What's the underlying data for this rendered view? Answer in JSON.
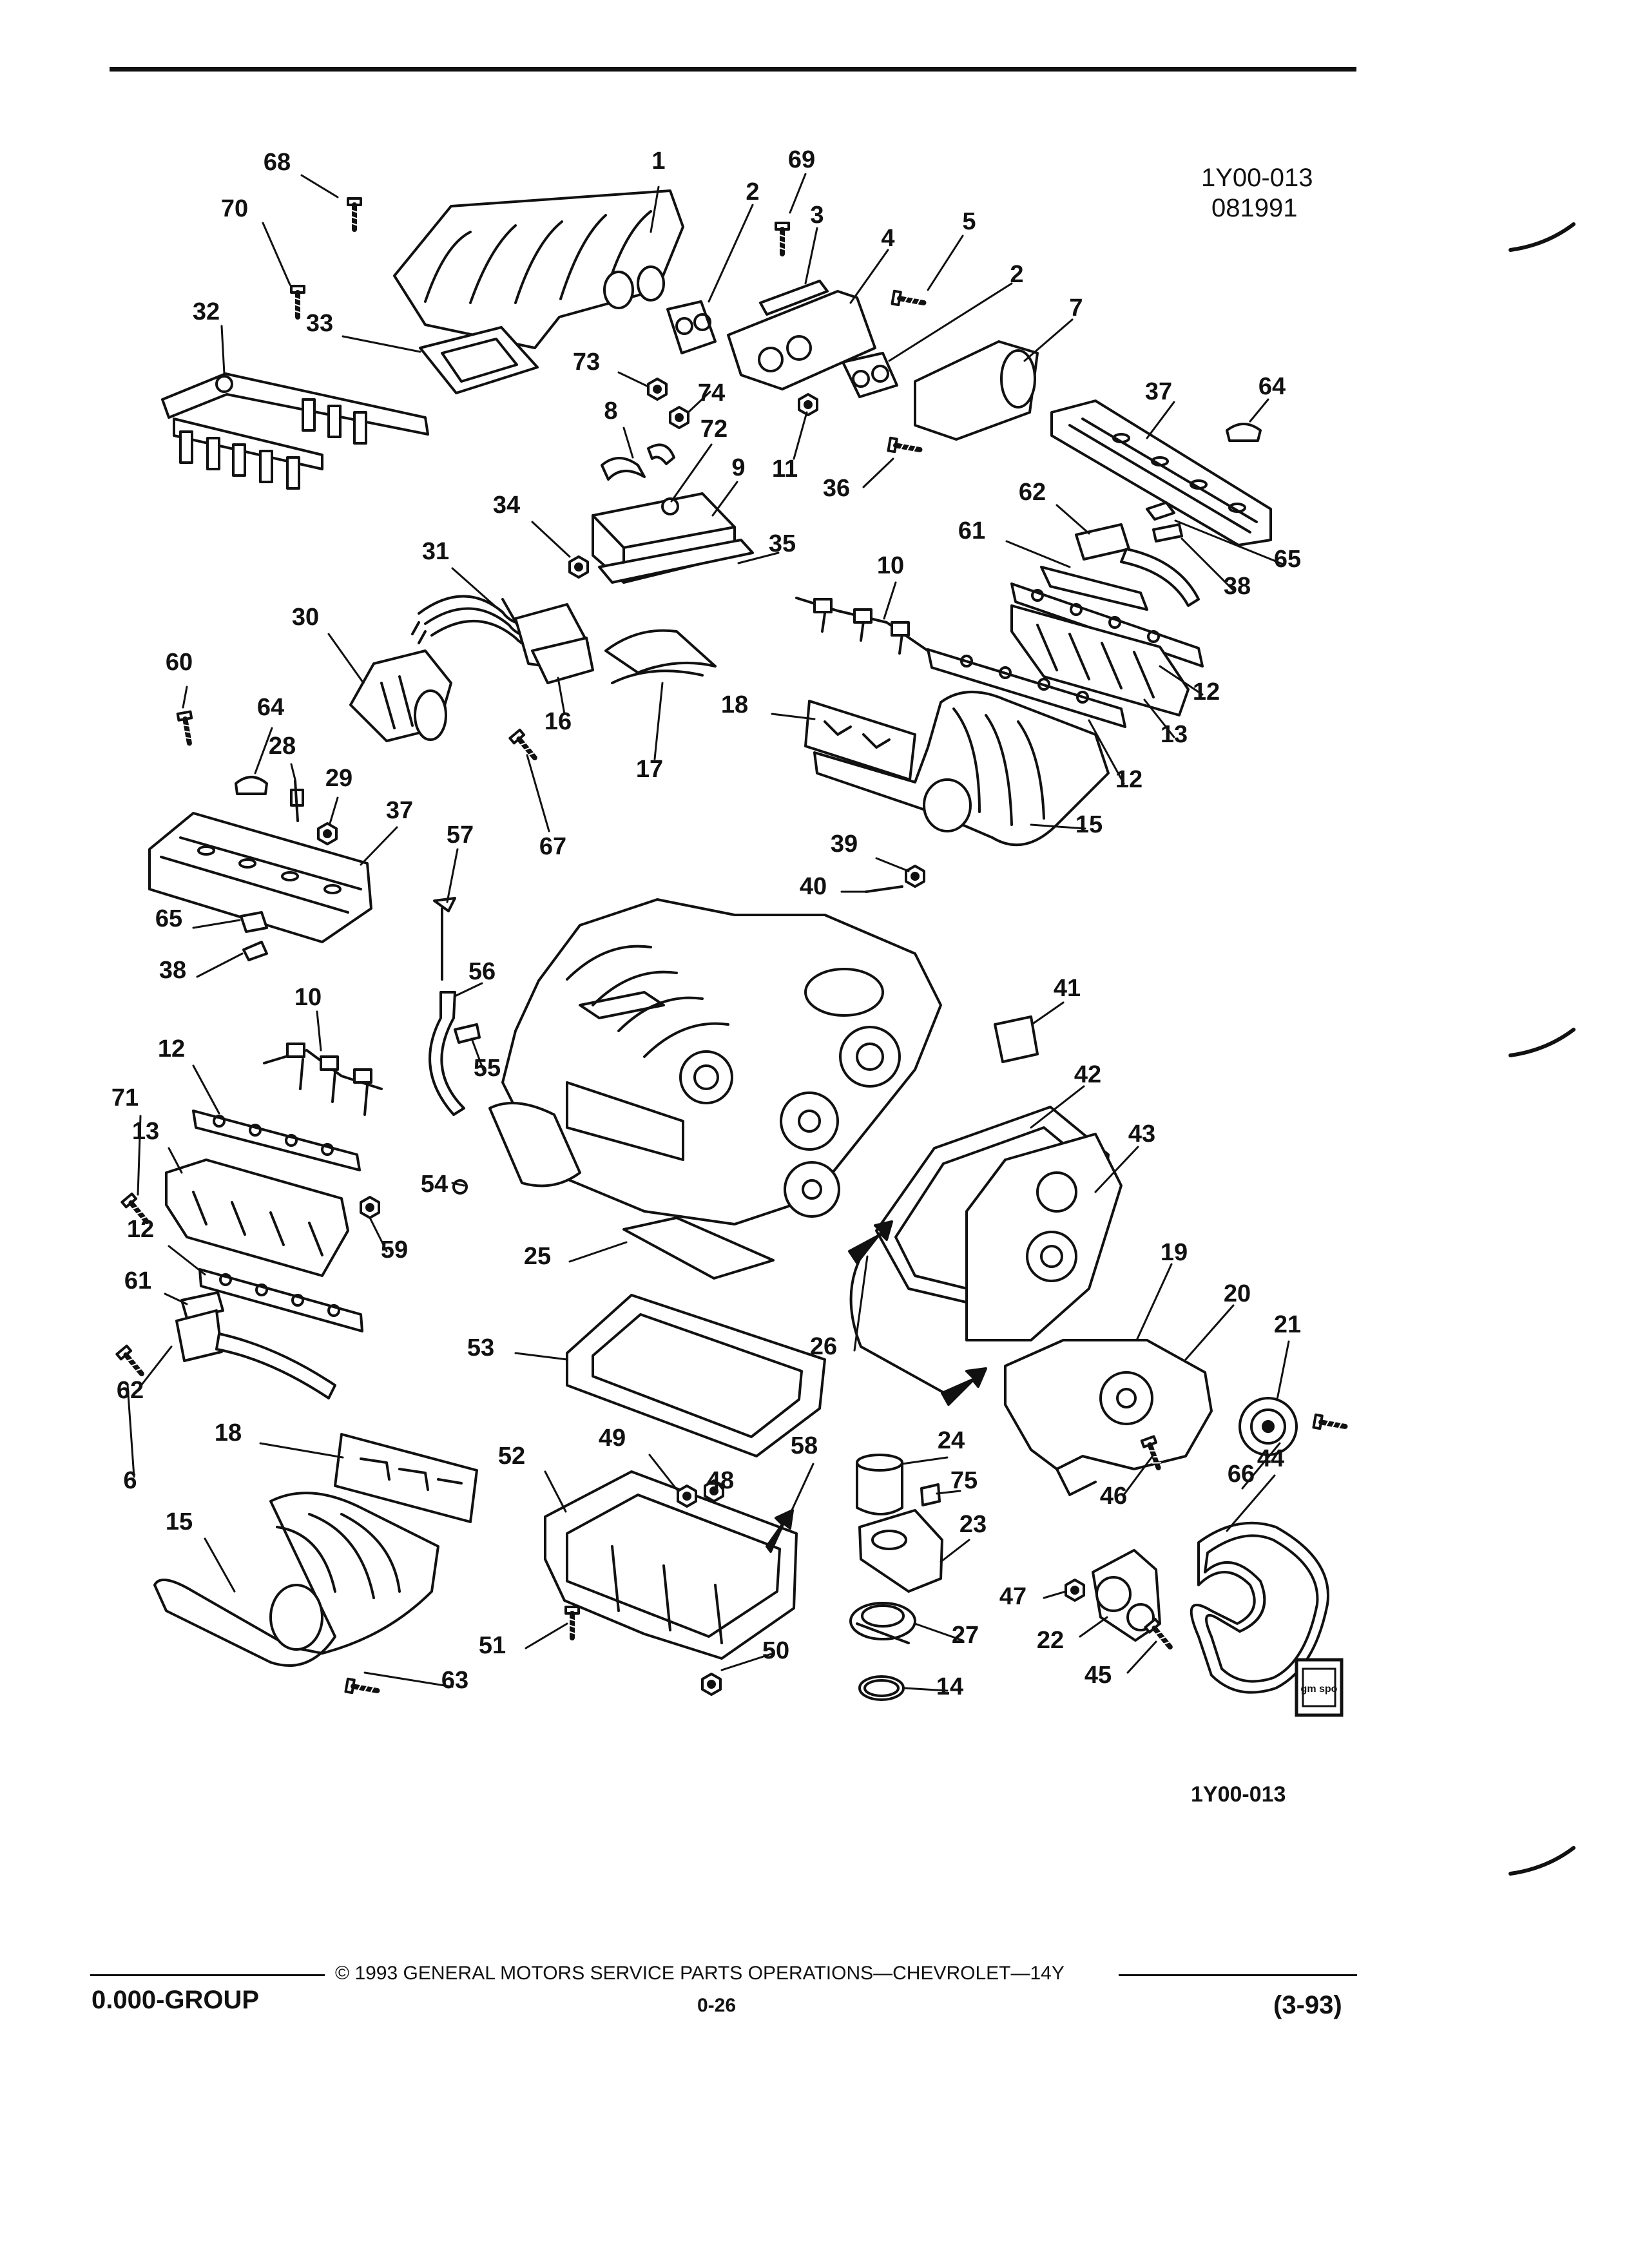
{
  "header": {
    "code_top": "1Y00-013",
    "date_code": "081991"
  },
  "figure": {
    "code_bottom": "1Y00-013",
    "callouts": [
      {
        "n": "1"
      },
      {
        "n": "2"
      },
      {
        "n": "3"
      },
      {
        "n": "4"
      },
      {
        "n": "5"
      },
      {
        "n": "2"
      },
      {
        "n": "7"
      },
      {
        "n": "68"
      },
      {
        "n": "69"
      },
      {
        "n": "70"
      },
      {
        "n": "32"
      },
      {
        "n": "33"
      },
      {
        "n": "73"
      },
      {
        "n": "74"
      },
      {
        "n": "8"
      },
      {
        "n": "72"
      },
      {
        "n": "9"
      },
      {
        "n": "11"
      },
      {
        "n": "36"
      },
      {
        "n": "37"
      },
      {
        "n": "64"
      },
      {
        "n": "65"
      },
      {
        "n": "62"
      },
      {
        "n": "61"
      },
      {
        "n": "38"
      },
      {
        "n": "34"
      },
      {
        "n": "35"
      },
      {
        "n": "31"
      },
      {
        "n": "10"
      },
      {
        "n": "30"
      },
      {
        "n": "16"
      },
      {
        "n": "17"
      },
      {
        "n": "18"
      },
      {
        "n": "12"
      },
      {
        "n": "13"
      },
      {
        "n": "12"
      },
      {
        "n": "60"
      },
      {
        "n": "64"
      },
      {
        "n": "28"
      },
      {
        "n": "29"
      },
      {
        "n": "37"
      },
      {
        "n": "67"
      },
      {
        "n": "57"
      },
      {
        "n": "15"
      },
      {
        "n": "39"
      },
      {
        "n": "40"
      },
      {
        "n": "65"
      },
      {
        "n": "38"
      },
      {
        "n": "56"
      },
      {
        "n": "10"
      },
      {
        "n": "55"
      },
      {
        "n": "41"
      },
      {
        "n": "42"
      },
      {
        "n": "43"
      },
      {
        "n": "12"
      },
      {
        "n": "71"
      },
      {
        "n": "13"
      },
      {
        "n": "54"
      },
      {
        "n": "59"
      },
      {
        "n": "25"
      },
      {
        "n": "19"
      },
      {
        "n": "20"
      },
      {
        "n": "21"
      },
      {
        "n": "12"
      },
      {
        "n": "61"
      },
      {
        "n": "53"
      },
      {
        "n": "26"
      },
      {
        "n": "62"
      },
      {
        "n": "6"
      },
      {
        "n": "18"
      },
      {
        "n": "52"
      },
      {
        "n": "49"
      },
      {
        "n": "48"
      },
      {
        "n": "58"
      },
      {
        "n": "24"
      },
      {
        "n": "75"
      },
      {
        "n": "66"
      },
      {
        "n": "44"
      },
      {
        "n": "46"
      },
      {
        "n": "15"
      },
      {
        "n": "23"
      },
      {
        "n": "47"
      },
      {
        "n": "22"
      },
      {
        "n": "51"
      },
      {
        "n": "50"
      },
      {
        "n": "27"
      },
      {
        "n": "45"
      },
      {
        "n": "63"
      },
      {
        "n": "14"
      }
    ]
  },
  "logo": {
    "text": "gm spo"
  },
  "footer": {
    "copyright": "©  1993  GENERAL MOTORS SERVICE PARTS OPERATIONS—CHEVROLET—14Y",
    "group": "0.000-GROUP",
    "page": "0-26",
    "revision": "(3-93)"
  }
}
